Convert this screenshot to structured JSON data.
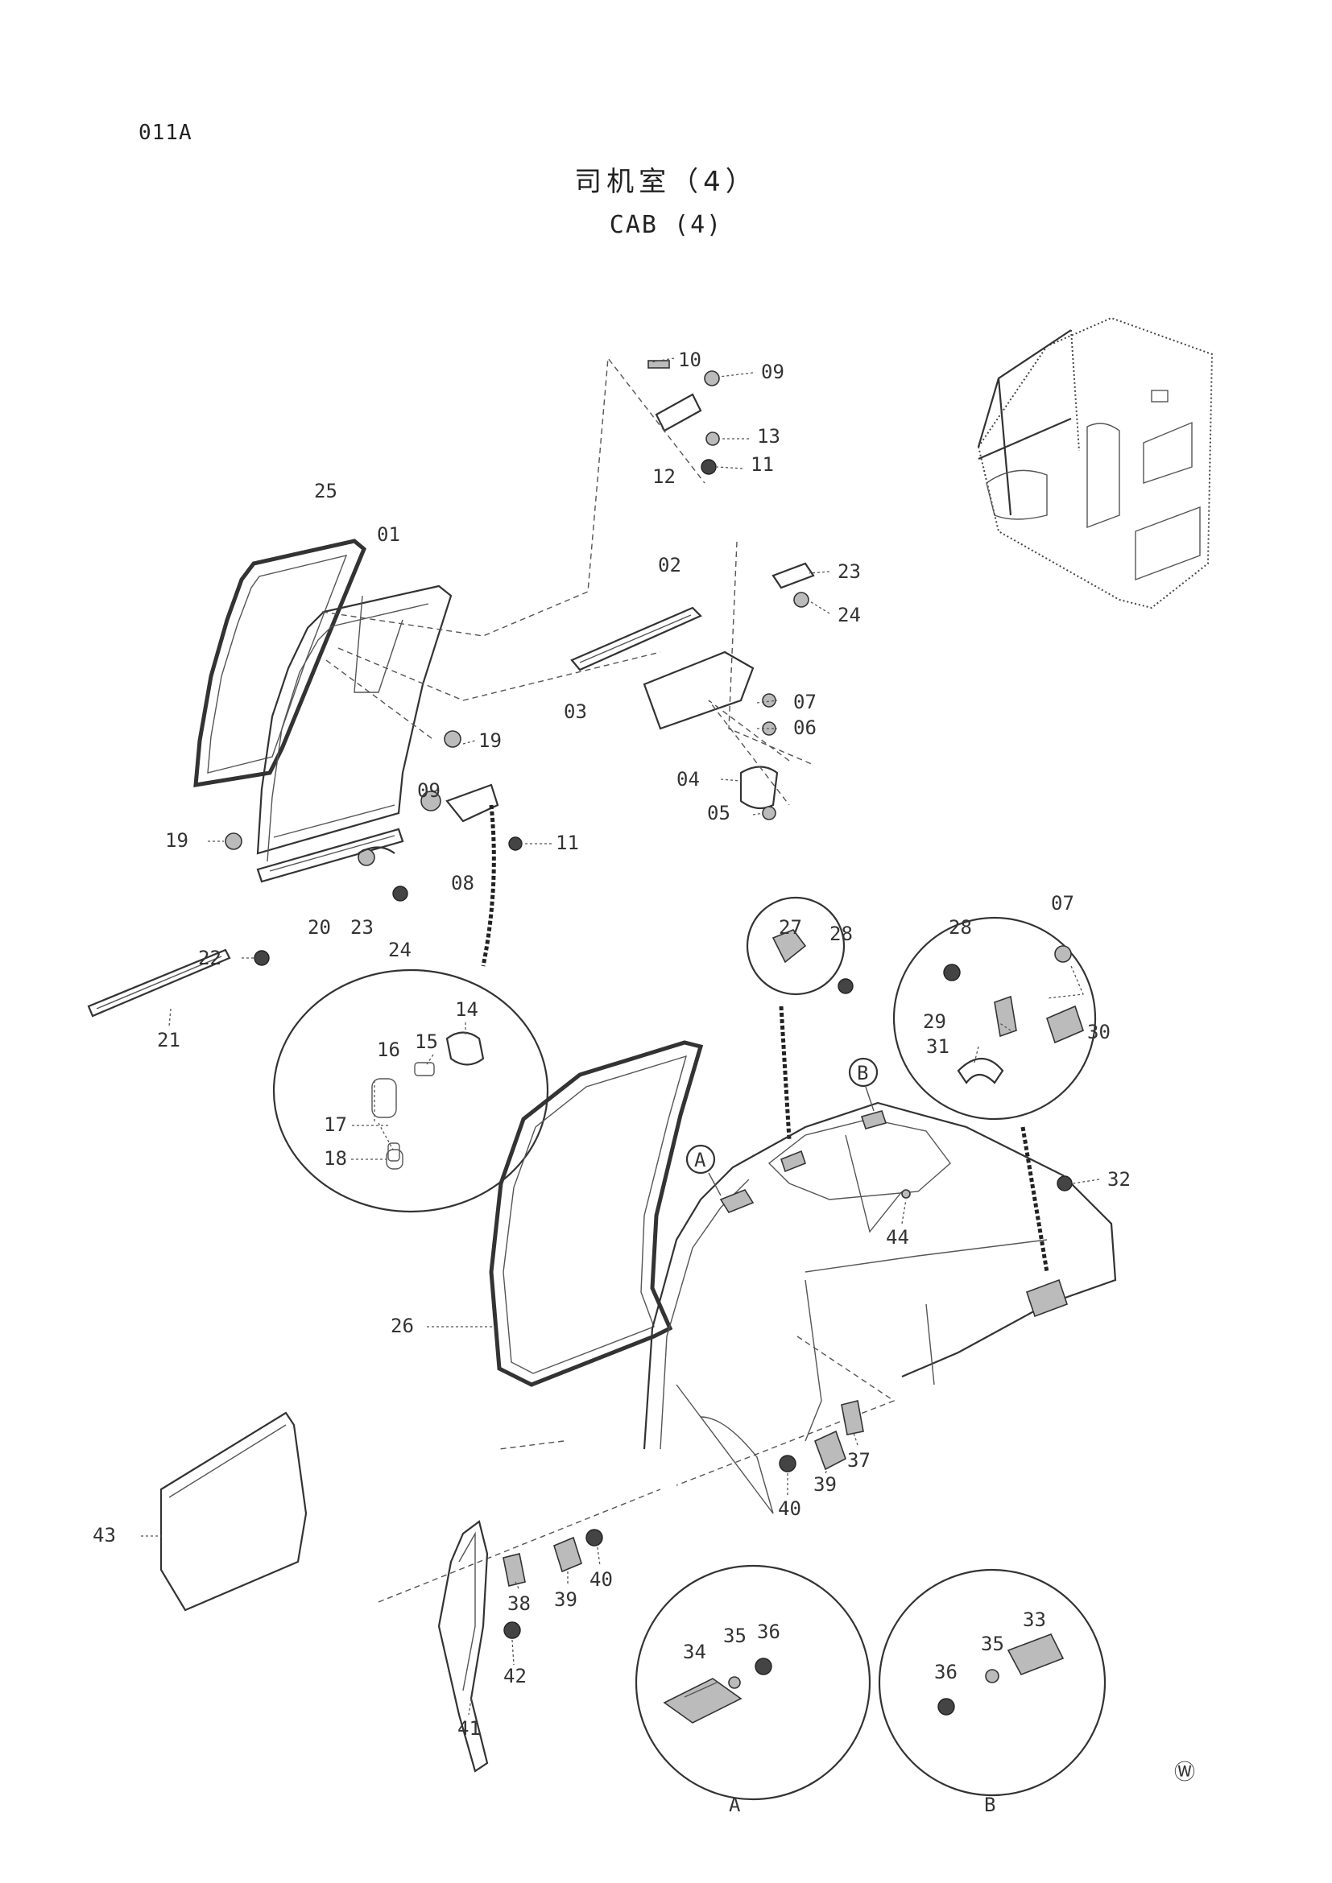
{
  "page_code": "011A",
  "title_cn": "司机室（4）",
  "title_en": "CAB (4)",
  "corner_mark": "Ⓦ",
  "labels": {
    "p01": "01",
    "p02": "02",
    "p03": "03",
    "p04": "04",
    "p05": "05",
    "p06": "06",
    "p07a": "07",
    "p07b": "07",
    "p08": "08",
    "p09a": "09",
    "p09b": "09",
    "p10": "10",
    "p11a": "11",
    "p11b": "11",
    "p12": "12",
    "p13": "13",
    "p14": "14",
    "p15": "15",
    "p16": "16",
    "p17": "17",
    "p18": "18",
    "p19a": "19",
    "p19b": "19",
    "p20": "20",
    "p21": "21",
    "p22": "22",
    "p23a": "23",
    "p23b": "23",
    "p24a": "24",
    "p24b": "24",
    "p25": "25",
    "p26": "26",
    "p27": "27",
    "p28a": "28",
    "p28b": "28",
    "p29": "29",
    "p30": "30",
    "p31": "31",
    "p32": "32",
    "p33": "33",
    "p34": "34",
    "p35a": "35",
    "p35b": "35",
    "p36a": "36",
    "p36b": "36",
    "p37": "37",
    "p38": "38",
    "p39a": "39",
    "p39b": "39",
    "p40a": "40",
    "p40b": "40",
    "p41": "41",
    "p42": "42",
    "p43": "43",
    "p44": "44"
  },
  "callouts": {
    "a_marker": "A",
    "b_marker": "B",
    "a_detail": "A",
    "b_detail": "B"
  }
}
